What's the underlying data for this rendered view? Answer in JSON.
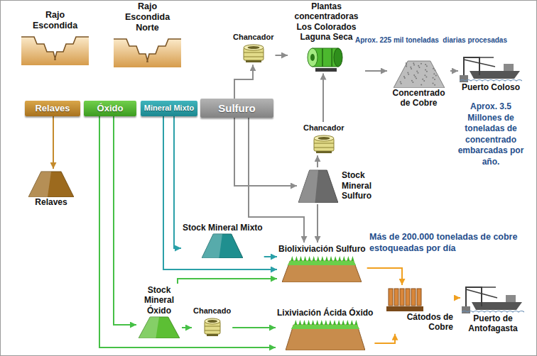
{
  "diagram": {
    "nodes": [
      {
        "text": [
          "Rajo Escondida"
        ]
      },
      {
        "text": [
          "Rajo Escondida Norte"
        ]
      },
      {
        "text": [
          "Relaves"
        ]
      },
      {
        "text": [
          "Óxido"
        ]
      },
      {
        "text": [
          "Mineral Mixto"
        ]
      },
      {
        "text": [
          "Sulfuro"
        ]
      },
      {
        "text": [
          "Relaves"
        ]
      },
      {
        "text": [
          "Chancador"
        ]
      },
      {
        "text": [
          "Plantas concentradoras Los Colorados Laguna Seca"
        ]
      },
      {
        "text": [
          "Concentrado de Cobre"
        ]
      },
      {
        "text": [
          "Puerto Coloso"
        ]
      },
      {
        "text": [
          "Chancador"
        ]
      },
      {
        "text": [
          "Stock Mineral Sulfuro"
        ]
      },
      {
        "text": [
          "Stock Mineral Mixto"
        ]
      },
      {
        "text": [
          "Biolixiviación Sulfuro"
        ]
      },
      {
        "text": [
          "Stock Mineral Óxido"
        ]
      },
      {
        "text": [
          "Chancado"
        ]
      },
      {
        "text": [
          "Lixiviación Ácida Óxido"
        ]
      },
      {
        "text": [
          "Cátodos de Cobre"
        ]
      },
      {
        "text": [
          "Puerto de Antofagasta"
        ]
      }
    ],
    "edges": [
      {
        "from": 2,
        "to": 6,
        "arrow": "to"
      },
      {
        "from": 5,
        "to": 7,
        "arrow": "to"
      },
      {
        "from": 7,
        "to": 8,
        "arrow": "to"
      },
      {
        "from": 8,
        "to": 9,
        "arrow": "to"
      },
      {
        "from": 9,
        "to": 10,
        "arrow": "to"
      },
      {
        "from": 5,
        "to": 12,
        "arrow": "to"
      },
      {
        "from": 12,
        "to": 11,
        "arrow": "to"
      },
      {
        "from": 11,
        "to": 8,
        "arrow": "to"
      },
      {
        "from": 5,
        "to": 14,
        "arrow": "to"
      },
      {
        "from": 12,
        "to": 14,
        "arrow": "to"
      },
      {
        "from": 4,
        "to": 13,
        "arrow": "to"
      },
      {
        "from": 4,
        "to": 14,
        "arrow": "to"
      },
      {
        "from": 13,
        "to": 14,
        "arrow": "to"
      },
      {
        "from": 3,
        "to": 15,
        "arrow": "to"
      },
      {
        "from": 3,
        "to": 17,
        "arrow": "to"
      },
      {
        "from": 15,
        "to": 14,
        "arrow": "to"
      },
      {
        "from": 15,
        "to": 16,
        "arrow": "to"
      },
      {
        "from": 16,
        "to": 17,
        "arrow": "to"
      },
      {
        "from": 14,
        "to": 18,
        "arrow": "to"
      },
      {
        "from": 17,
        "to": 18,
        "arrow": "to"
      },
      {
        "from": 18,
        "to": 19,
        "arrow": "to"
      }
    ],
    "labels": [
      "Aprox. 225 mil toneladas  diarias procesadas",
      "Aprox. 3.5 Millones de toneladas de concentrado embarcadas por año.",
      "Más de 200.000 toneladas de cobre estoqueadas por día"
    ]
  }
}
